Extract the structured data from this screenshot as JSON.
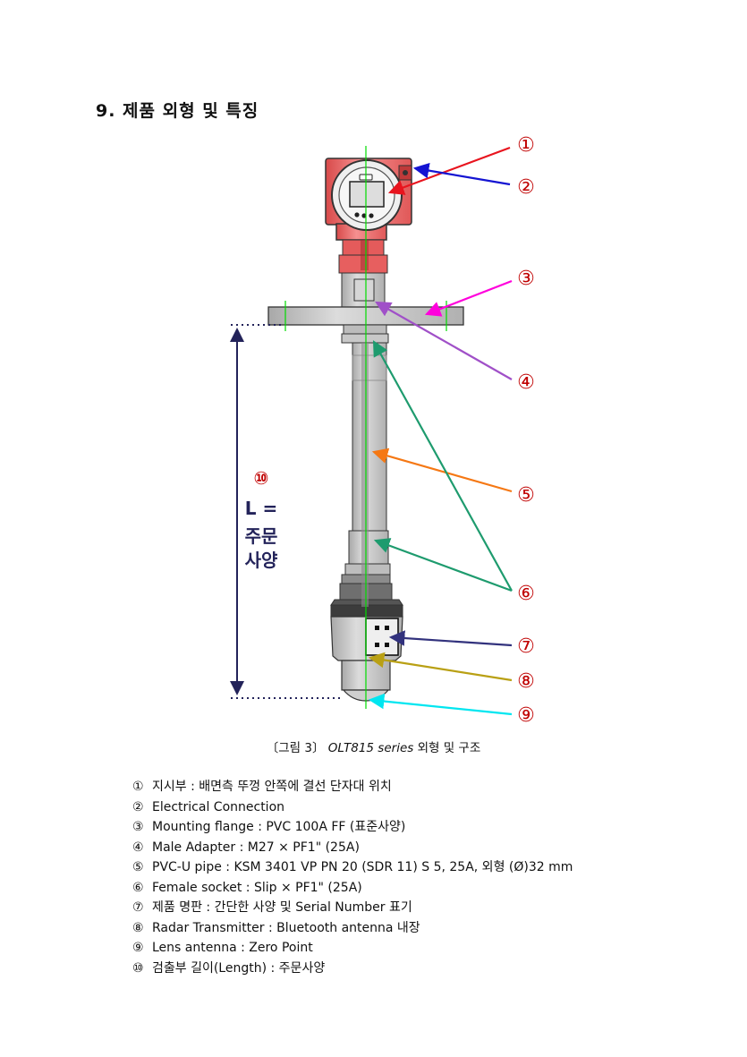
{
  "section_title": "9. 제품 외형 및 특징",
  "callouts": [
    "①",
    "②",
    "③",
    "④",
    "⑤",
    "⑥",
    "⑦",
    "⑧",
    "⑨",
    "⑩"
  ],
  "length_label": {
    "num": "⑩",
    "line1": "L =",
    "line2": "주문",
    "line3": "사양"
  },
  "caption": {
    "prefix": "〔그림 3〕",
    "model": "OLT815 series",
    "suffix": "외형 및 구조"
  },
  "features": [
    {
      "num": "①",
      "text": "지시부 : 배면측 뚜껑 안쪽에 결선 단자대 위치"
    },
    {
      "num": "②",
      "text": "Electrical Connection"
    },
    {
      "num": "③",
      "text": "Mounting flange : PVC 100A FF (표준사양)"
    },
    {
      "num": "④",
      "text": "Male Adapter : M27 × PF1\" (25A)"
    },
    {
      "num": "⑤",
      "text": "PVC-U pipe : KSM 3401 VP PN 20 (SDR 11) S 5, 25A, 외형 (Ø)32 mm"
    },
    {
      "num": "⑥",
      "text": "Female socket : Slip × PF1\" (25A)"
    },
    {
      "num": "⑦",
      "text": "제품 명판 : 간단한 사양 및 Serial Number 표기"
    },
    {
      "num": "⑧",
      "text": "Radar Transmitter : Bluetooth antenna 내장"
    },
    {
      "num": "⑨",
      "text": "Lens antenna : Zero Point"
    },
    {
      "num": "⑩",
      "text": "검출부 길이(Length) : 주문사양"
    }
  ],
  "colors": {
    "callout_red": "#c00000",
    "arrow_1": "#e8141e",
    "arrow_2": "#1414d2",
    "arrow_3": "#ff00dc",
    "arrow_4": "#a050c8",
    "arrow_5": "#f57814",
    "arrow_6": "#1e9b6e",
    "arrow_7": "#32327d",
    "arrow_8": "#b9a014",
    "arrow_9": "#00e6f0",
    "dimension": "#23235a",
    "centerline": "#00dc00",
    "head_red": "#ee6464",
    "body_grey": "#c4c4c4"
  }
}
